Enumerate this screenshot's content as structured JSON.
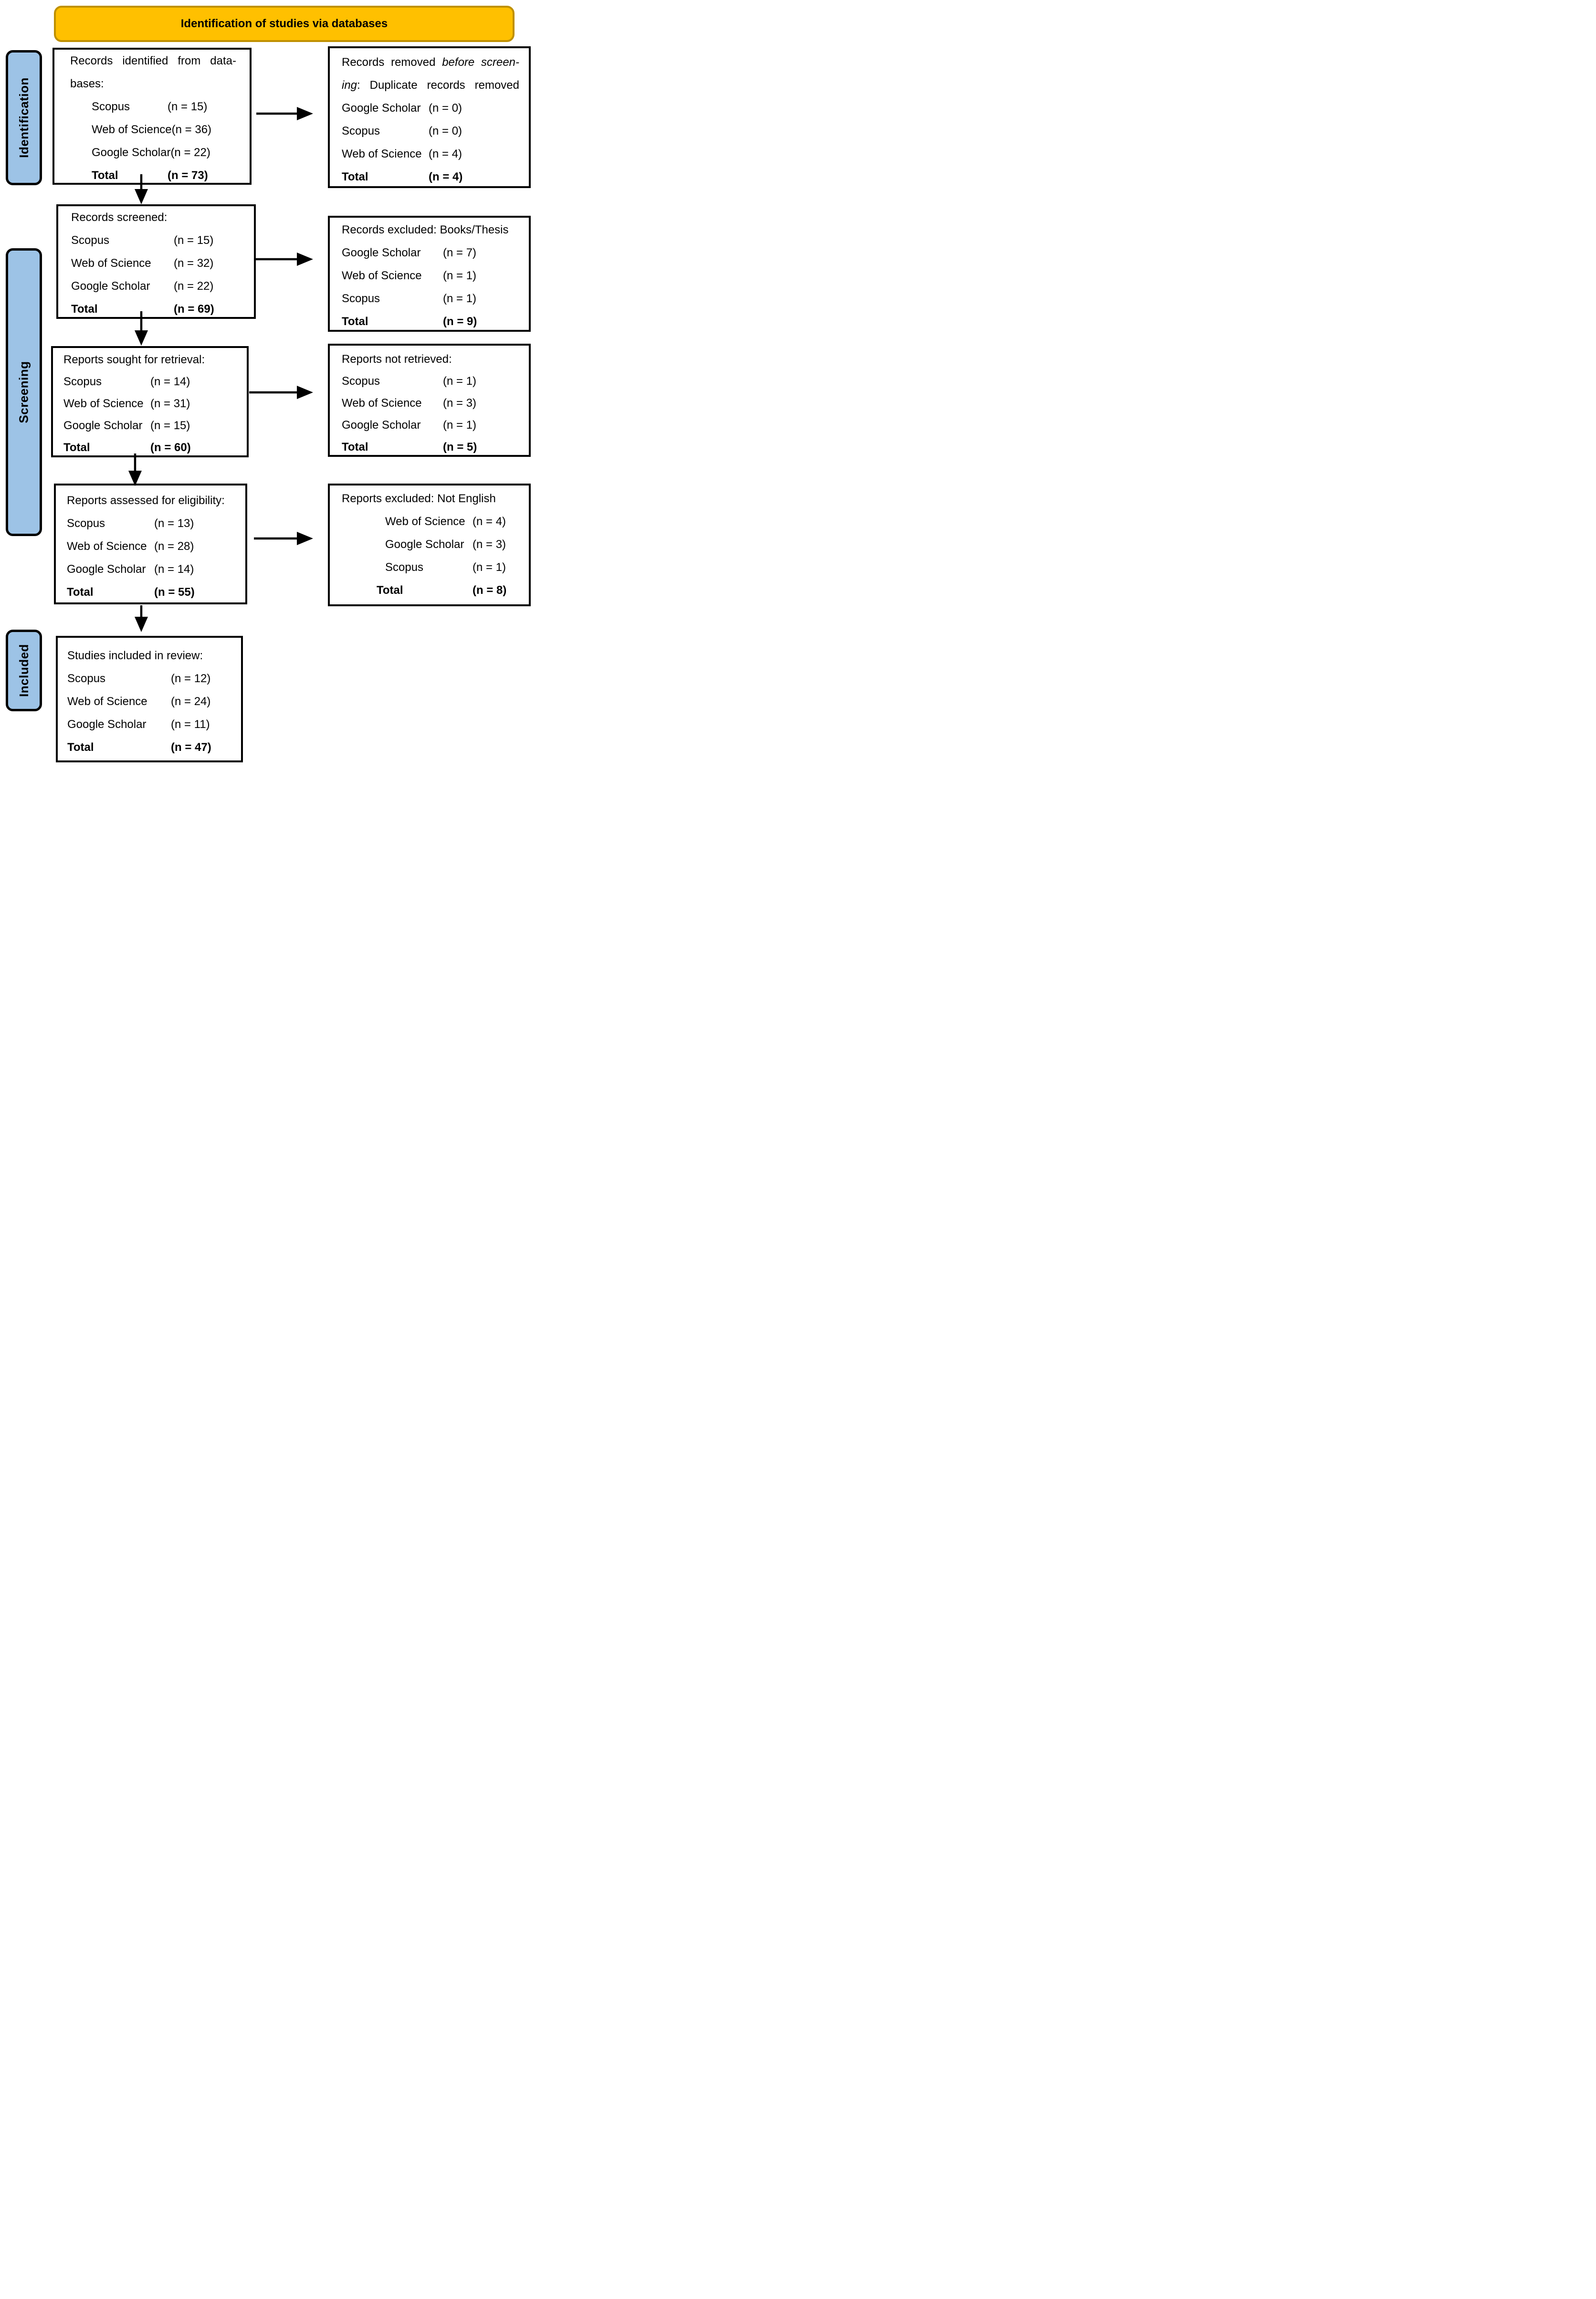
{
  "banner": {
    "title": "Identification of studies via databases"
  },
  "colors": {
    "banner_fill": "#FFC000",
    "banner_border": "#BF9000",
    "stage_fill": "#9DC3E6",
    "line_color": "#000000"
  },
  "stages": [
    {
      "label": "Identification"
    },
    {
      "label": "Screening"
    },
    {
      "label": "Included"
    }
  ],
  "boxes": {
    "identified": {
      "title_line1": "Records identified from data-",
      "title_line2": "bases:",
      "rows": [
        {
          "label": "Scopus",
          "value": "(n = 15)"
        },
        {
          "label": "Web of Science",
          "value": "(n = 36)"
        },
        {
          "label": "Google Scholar",
          "value": "(n = 22)"
        },
        {
          "label": "Total",
          "value": "(n = 73)"
        }
      ]
    },
    "removed": {
      "title_l1_normal": "Records removed ",
      "title_l1_italic": "before screen-",
      "title_l2_italic": "ing",
      "title_l2_normal": ": Duplicate records removed",
      "rows": [
        {
          "label": "Google Scholar",
          "value": "(n = 0)"
        },
        {
          "label": "Scopus",
          "value": "(n = 0)"
        },
        {
          "label": "Web of Science",
          "value": "(n = 4)"
        },
        {
          "label": "Total",
          "value": "(n = 4)"
        }
      ]
    },
    "screened": {
      "title": "Records screened:",
      "rows": [
        {
          "label": "Scopus",
          "value": "(n = 15)"
        },
        {
          "label": "Web of Science",
          "value": "(n = 32)"
        },
        {
          "label": "Google Scholar",
          "value": "(n = 22)"
        },
        {
          "label": "Total",
          "value": "(n = 69)"
        }
      ]
    },
    "excluded_books": {
      "title": "Records excluded: Books/Thesis",
      "rows": [
        {
          "label": "Google Scholar",
          "value": "(n = 7)"
        },
        {
          "label": "Web of Science",
          "value": "(n = 1)"
        },
        {
          "label": "Scopus",
          "value": "(n = 1)"
        },
        {
          "label": "Total",
          "value": "(n = 9)"
        }
      ]
    },
    "sought": {
      "title": "Reports sought for retrieval:",
      "rows": [
        {
          "label": "Scopus",
          "value": "(n = 14)"
        },
        {
          "label": "Web of Science",
          "value": "(n = 31)"
        },
        {
          "label": "Google Scholar",
          "value": "(n = 15)"
        },
        {
          "label": "Total",
          "value": "(n = 60)"
        }
      ]
    },
    "not_retrieved": {
      "title": "Reports not retrieved:",
      "rows": [
        {
          "label": "Scopus",
          "value": "(n = 1)"
        },
        {
          "label": "Web of Science",
          "value": "(n = 3)"
        },
        {
          "label": "Google Scholar",
          "value": "(n = 1)"
        },
        {
          "label": "Total",
          "value": "(n = 5)"
        }
      ]
    },
    "assessed": {
      "title": "Reports assessed for eligibility:",
      "rows": [
        {
          "label": "Scopus",
          "value": "(n = 13)"
        },
        {
          "label": "Web of Science",
          "value": "(n = 28)"
        },
        {
          "label": "Google Scholar",
          "value": "(n = 14)"
        },
        {
          "label": "Total",
          "value": "(n = 55)"
        }
      ]
    },
    "excluded_english": {
      "title": "Reports excluded: Not English",
      "rows": [
        {
          "label": "Web of Science",
          "value": "(n = 4)"
        },
        {
          "label": "Google Scholar",
          "value": "(n = 3)"
        },
        {
          "label": "Scopus",
          "value": "(n = 1)"
        },
        {
          "label": "Total",
          "value": "(n = 8)"
        }
      ]
    },
    "included": {
      "title": "Studies included in review:",
      "rows": [
        {
          "label": "Scopus",
          "value": "(n = 12)"
        },
        {
          "label": "Web of Science",
          "value": "(n = 24)"
        },
        {
          "label": "Google Scholar",
          "value": "(n = 11)"
        },
        {
          "label": "Total",
          "value": "(n = 47)"
        }
      ]
    }
  }
}
